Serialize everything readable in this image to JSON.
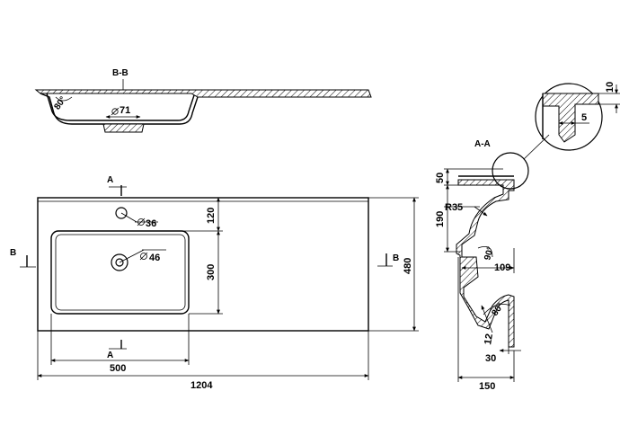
{
  "sections": {
    "bb_title": "B-B",
    "aa_title": "A-A",
    "cut_a": "A",
    "cut_b": "B"
  },
  "top_view": {
    "width_total": "1204",
    "basin_width": "500",
    "depth": "480",
    "basin_depth": "300",
    "tap_offset": "120",
    "tap_hole": "36",
    "drain_hole": "46"
  },
  "section_bb": {
    "drain_dia": "71",
    "angle": "80°"
  },
  "section_aa": {
    "height_50": "50",
    "height_190": "190",
    "radius": "R35",
    "angle_90": "90°",
    "depth_109": "109",
    "angle_80": "80°",
    "dim_12": "12",
    "dim_30": "30",
    "width_150": "150"
  },
  "detail": {
    "dim_10": "10",
    "dim_5": "5"
  }
}
